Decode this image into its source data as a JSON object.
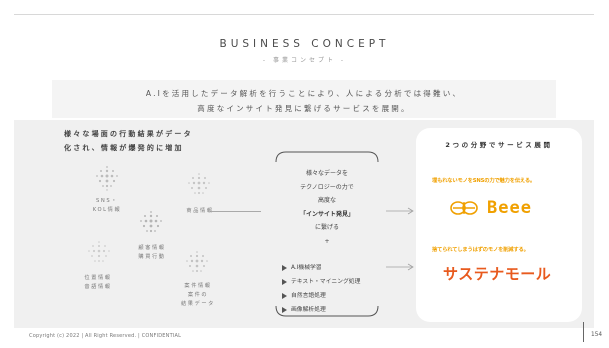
{
  "header": {
    "title": "BUSINESS CONCEPT",
    "subtitle": "- 事業コンセプト -"
  },
  "lead": {
    "line1": "A.Iを活用したデータ解析を行うことにより、人による分析では得難い、",
    "line2": "高度なインサイト発見に繋げるサービスを展開。"
  },
  "left": {
    "heading_line1": "様々な場面の行動結果がデータ",
    "heading_line2": "化され、情報が爆発的に増加",
    "items": [
      {
        "line1": "SNS・",
        "line2": "KOL情報"
      },
      {
        "line1": "商品情報",
        "line2": ""
      },
      {
        "line1": "顧客情報",
        "line2": "購買行動"
      },
      {
        "line1": "位置情報",
        "line2": "音語情報"
      },
      {
        "line1": "案件情報",
        "line2": "案件の",
        "line3": "結果データ"
      }
    ]
  },
  "center": {
    "lines": [
      "様々なデータを",
      "テクノロジーの力で",
      "高度な",
      "「インサイト発見」",
      "に繋げる",
      "+"
    ],
    "list": [
      "A.I機械学習",
      "テキスト・マイニング処理",
      "自然言語処理",
      "画像解析処理"
    ]
  },
  "right": {
    "heading": "2つの分野でサービス展開",
    "beee_caption": "埋もれないモノをSNSの力で魅力を伝える。",
    "beee_name": "Beee",
    "sustena_caption": "捨てられてしまうはずのモノを削減する。",
    "sustena_name": "サステナモール"
  },
  "footer": {
    "copyright": "Copyright (c) 2022  |  All Right Reserved.  |  CONFIDENTIAL",
    "page": "154"
  },
  "colors": {
    "accent_orange": "#f0a000",
    "accent_red_orange": "#e85a1e",
    "gray_area": "#f0f0f0"
  }
}
